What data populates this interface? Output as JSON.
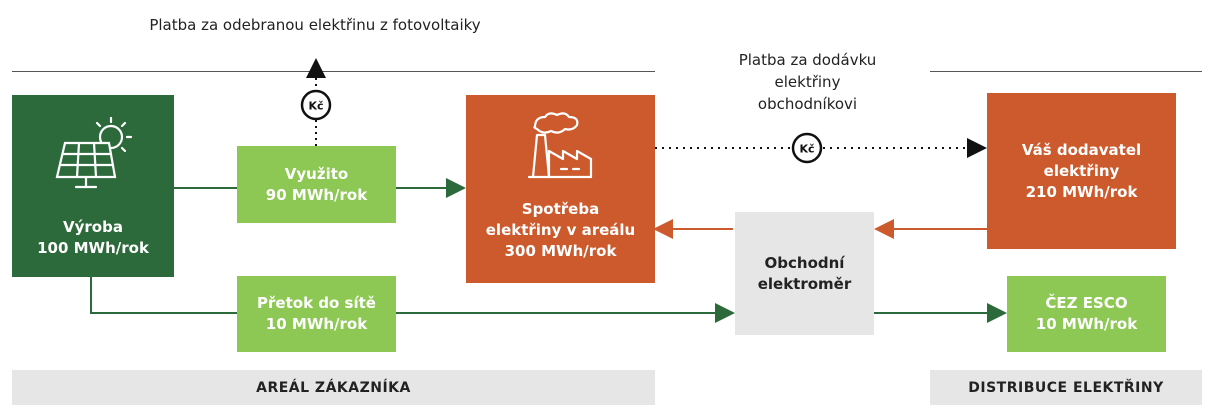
{
  "top_note": "Platba za odebranou elektřinu z fotovoltaiky",
  "mid_note": [
    "Platba za dodávku",
    "elektřiny",
    "obchodníkovi"
  ],
  "currency_label": "Kč",
  "boxes": {
    "vyroba": [
      "Výroba",
      "100 MWh/rok"
    ],
    "vyuzito": [
      "Využito",
      "90 MWh/rok"
    ],
    "pretok": [
      "Přetok do sítě",
      "10 MWh/rok"
    ],
    "spotreba": [
      "Spotřeba",
      "elektřiny v areálu",
      "300 MWh/rok"
    ],
    "elektromer": [
      "Obchodní",
      "elektroměr"
    ],
    "dodavatel": [
      "Váš dodavatel",
      "elektřiny",
      "210 MWh/rok"
    ],
    "cez": [
      "ČEZ ESCO",
      "10 MWh/rok"
    ]
  },
  "bands": {
    "areal": "AREÁL ZÁKAZNÍKA",
    "distribuce": "DISTRIBUCE ELEKTŘINY"
  },
  "icons": [
    "solar-panel-sun-icon",
    "factory-icon",
    "currency-coin-icon"
  ],
  "colors": {
    "dark_green": "#2d6a3b",
    "light_green": "#8cc853",
    "rust": "#cc5a2d",
    "gray": "#e6e6e6"
  }
}
